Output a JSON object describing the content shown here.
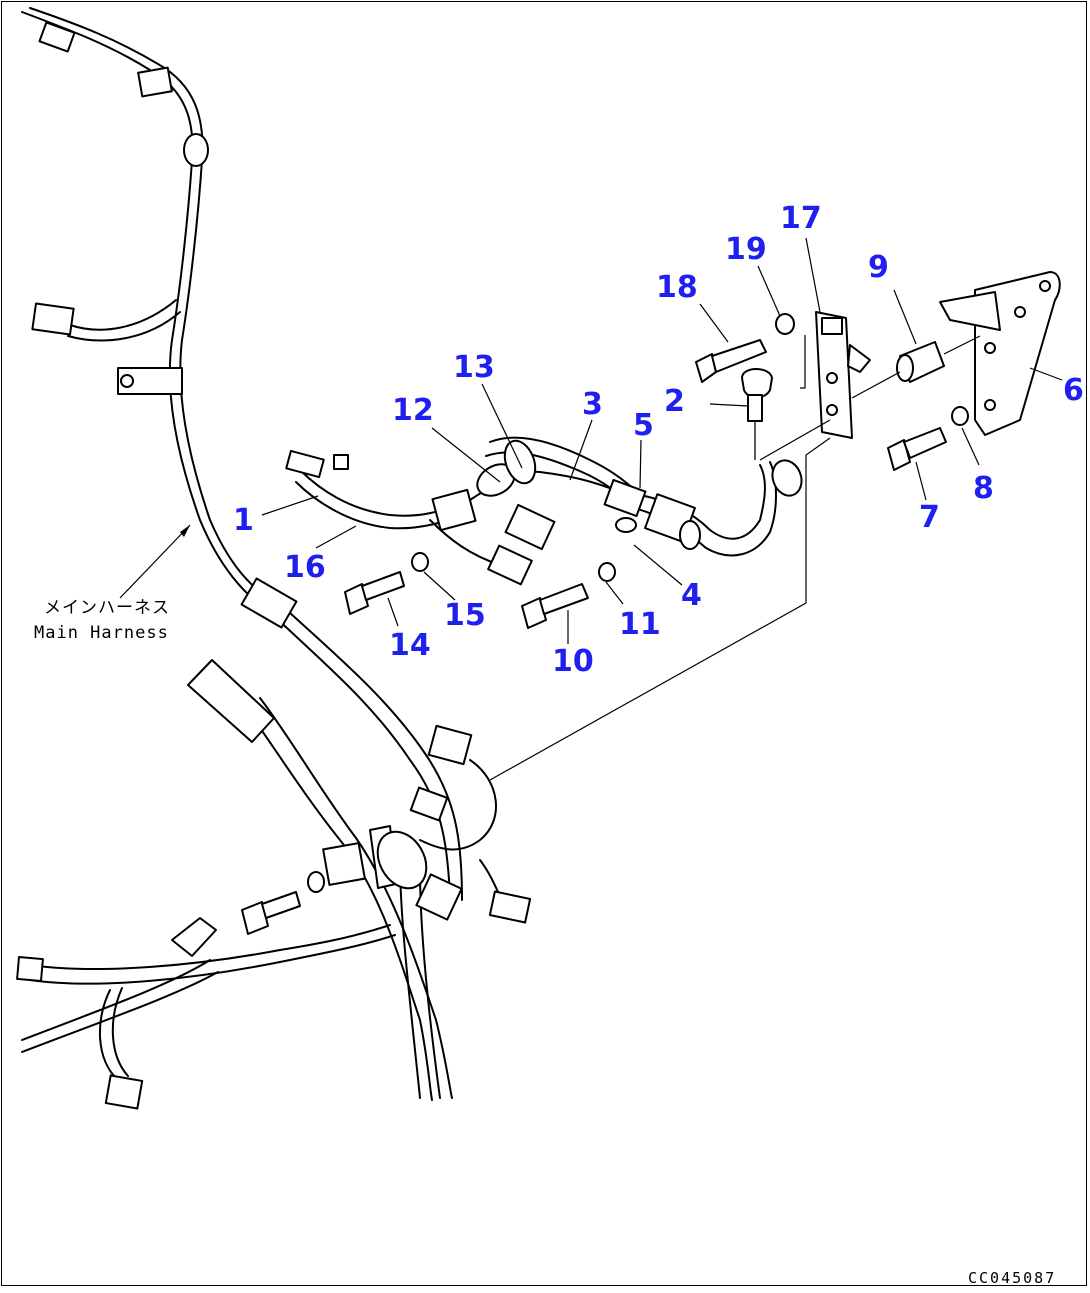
{
  "callouts": [
    {
      "id": "c1",
      "label": "1"
    },
    {
      "id": "c2",
      "label": "2"
    },
    {
      "id": "c3",
      "label": "3"
    },
    {
      "id": "c4",
      "label": "4"
    },
    {
      "id": "c5",
      "label": "5"
    },
    {
      "id": "c6",
      "label": "6"
    },
    {
      "id": "c7",
      "label": "7"
    },
    {
      "id": "c8",
      "label": "8"
    },
    {
      "id": "c9",
      "label": "9"
    },
    {
      "id": "c10",
      "label": "10"
    },
    {
      "id": "c11",
      "label": "11"
    },
    {
      "id": "c12",
      "label": "12"
    },
    {
      "id": "c13",
      "label": "13"
    },
    {
      "id": "c14",
      "label": "14"
    },
    {
      "id": "c15",
      "label": "15"
    },
    {
      "id": "c16",
      "label": "16"
    },
    {
      "id": "c17",
      "label": "17"
    },
    {
      "id": "c18",
      "label": "18"
    },
    {
      "id": "c19",
      "label": "19"
    }
  ],
  "main_harness_label_jp": "メインハーネス",
  "main_harness_label_en": "Main Harness",
  "drawing_code": "CC045087",
  "colors": {
    "callout": "#1f1ff0",
    "line": "#000000",
    "background": "#ffffff"
  }
}
